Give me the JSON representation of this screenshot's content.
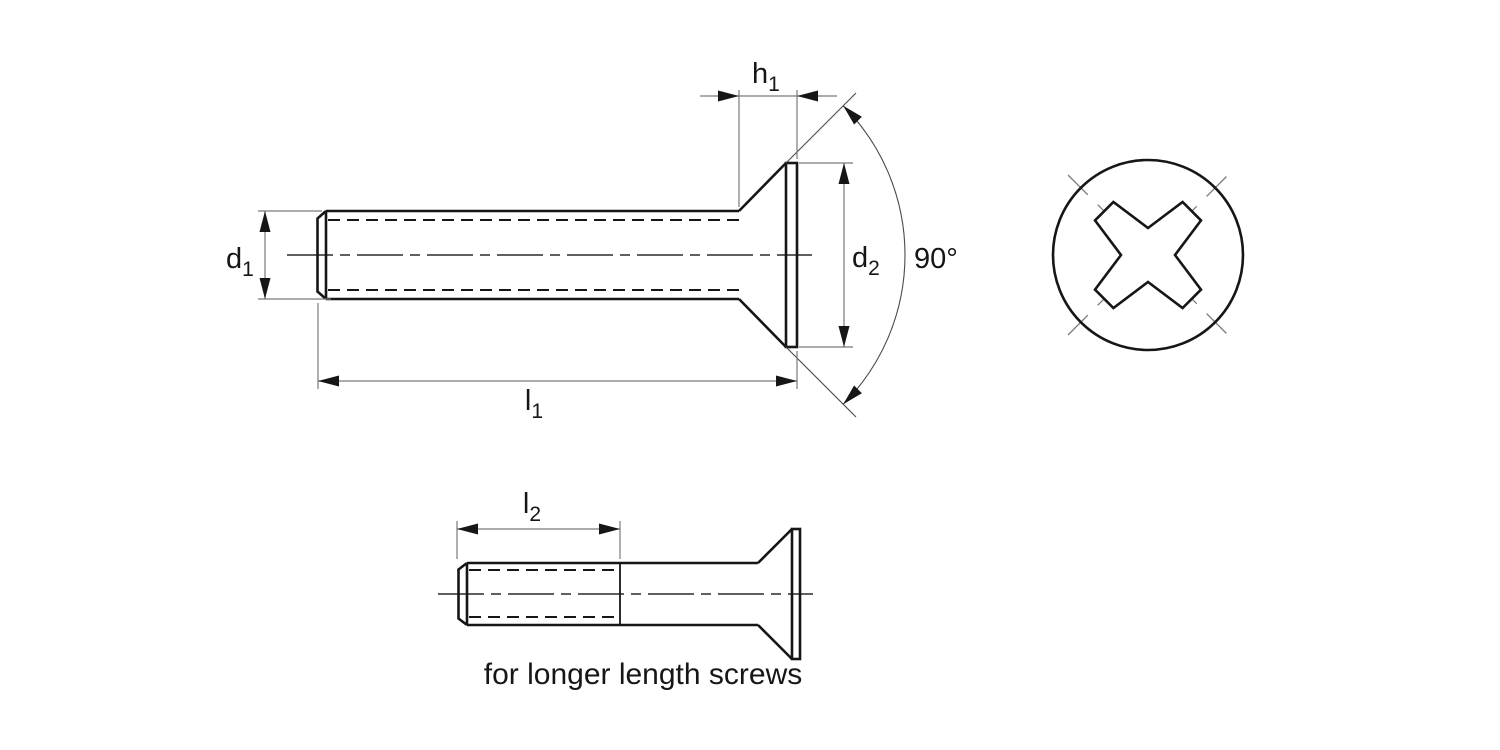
{
  "drawing": {
    "side_view": {
      "dim_d1": {
        "base": "d",
        "sub": "1"
      },
      "dim_h1": {
        "base": "h",
        "sub": "1"
      },
      "dim_d2": {
        "base": "d",
        "sub": "2"
      },
      "dim_l1": {
        "base": "l",
        "sub": "1"
      },
      "angle_label": "90°"
    },
    "long_screw_view": {
      "dim_l2": {
        "base": "l",
        "sub": "2"
      },
      "caption": "for longer length screws"
    },
    "colors": {
      "background": "#ffffff",
      "outline": "#161616",
      "dimension_lines": "#7a7a7a",
      "centerline": "#2a2a2a",
      "text": "#161616"
    }
  }
}
